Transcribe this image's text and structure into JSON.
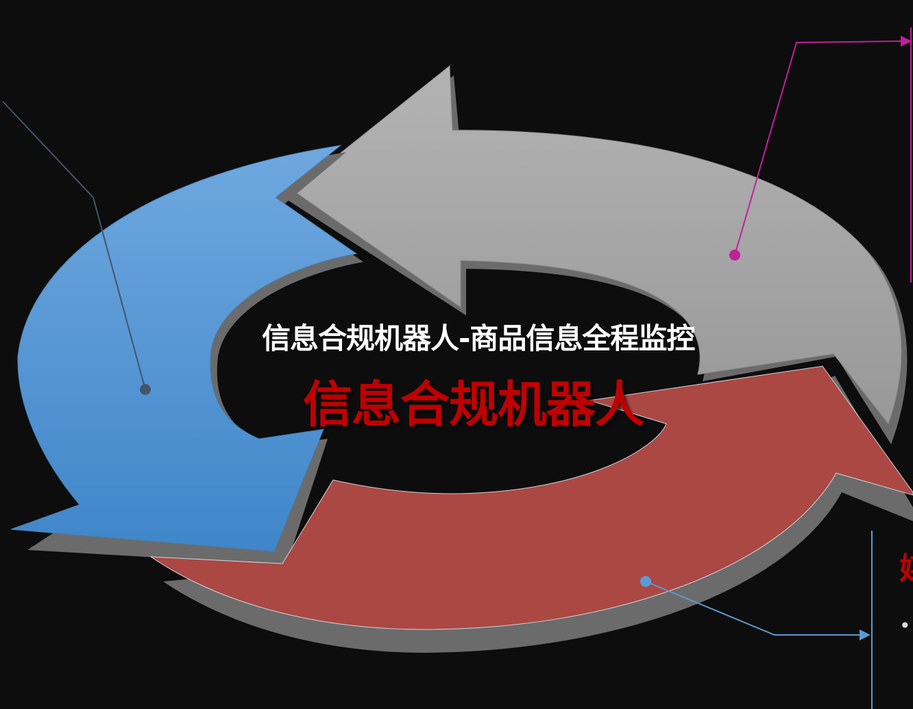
{
  "diagram": {
    "title": "信息合规机器人-商品信息全程监控",
    "subtitle": "信息合规机器人",
    "right_bottom_partial_char": "媒",
    "right_bottom_bullet": "•",
    "colors": {
      "background": "#0d0d0d",
      "blue_arrow": "#5b9bd5",
      "gray_arrow": "#a6a6a6",
      "red_arrow": "#ad4a45",
      "subtitle_text": "#c00000",
      "title_text": "#ffffff",
      "magenta_connector": "#c0209a",
      "blue_connector": "#5b9bd5",
      "dark_connector": "#44546a"
    }
  }
}
